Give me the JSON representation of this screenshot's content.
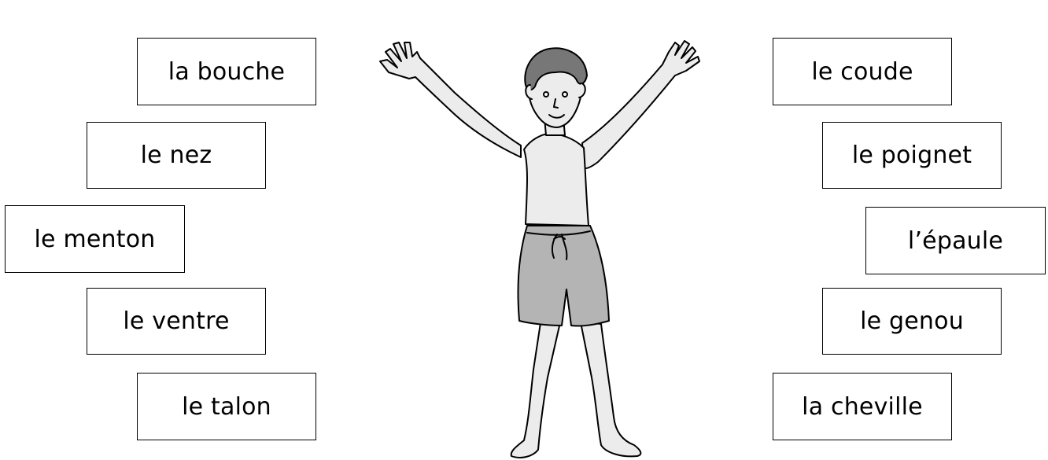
{
  "labels_left": [
    {
      "text": "la bouche"
    },
    {
      "text": "le nez"
    },
    {
      "text": "le menton"
    },
    {
      "text": "le ventre"
    },
    {
      "text": "le talon"
    }
  ],
  "labels_right": [
    {
      "text": "le coude"
    },
    {
      "text": "le poignet"
    },
    {
      "text": "l’épaule"
    },
    {
      "text": "le genou"
    },
    {
      "text": "la cheville"
    }
  ],
  "colors": {
    "skin": "#ececec",
    "shorts": "#b4b4b4",
    "hair": "#777777",
    "outline": "#000000"
  }
}
